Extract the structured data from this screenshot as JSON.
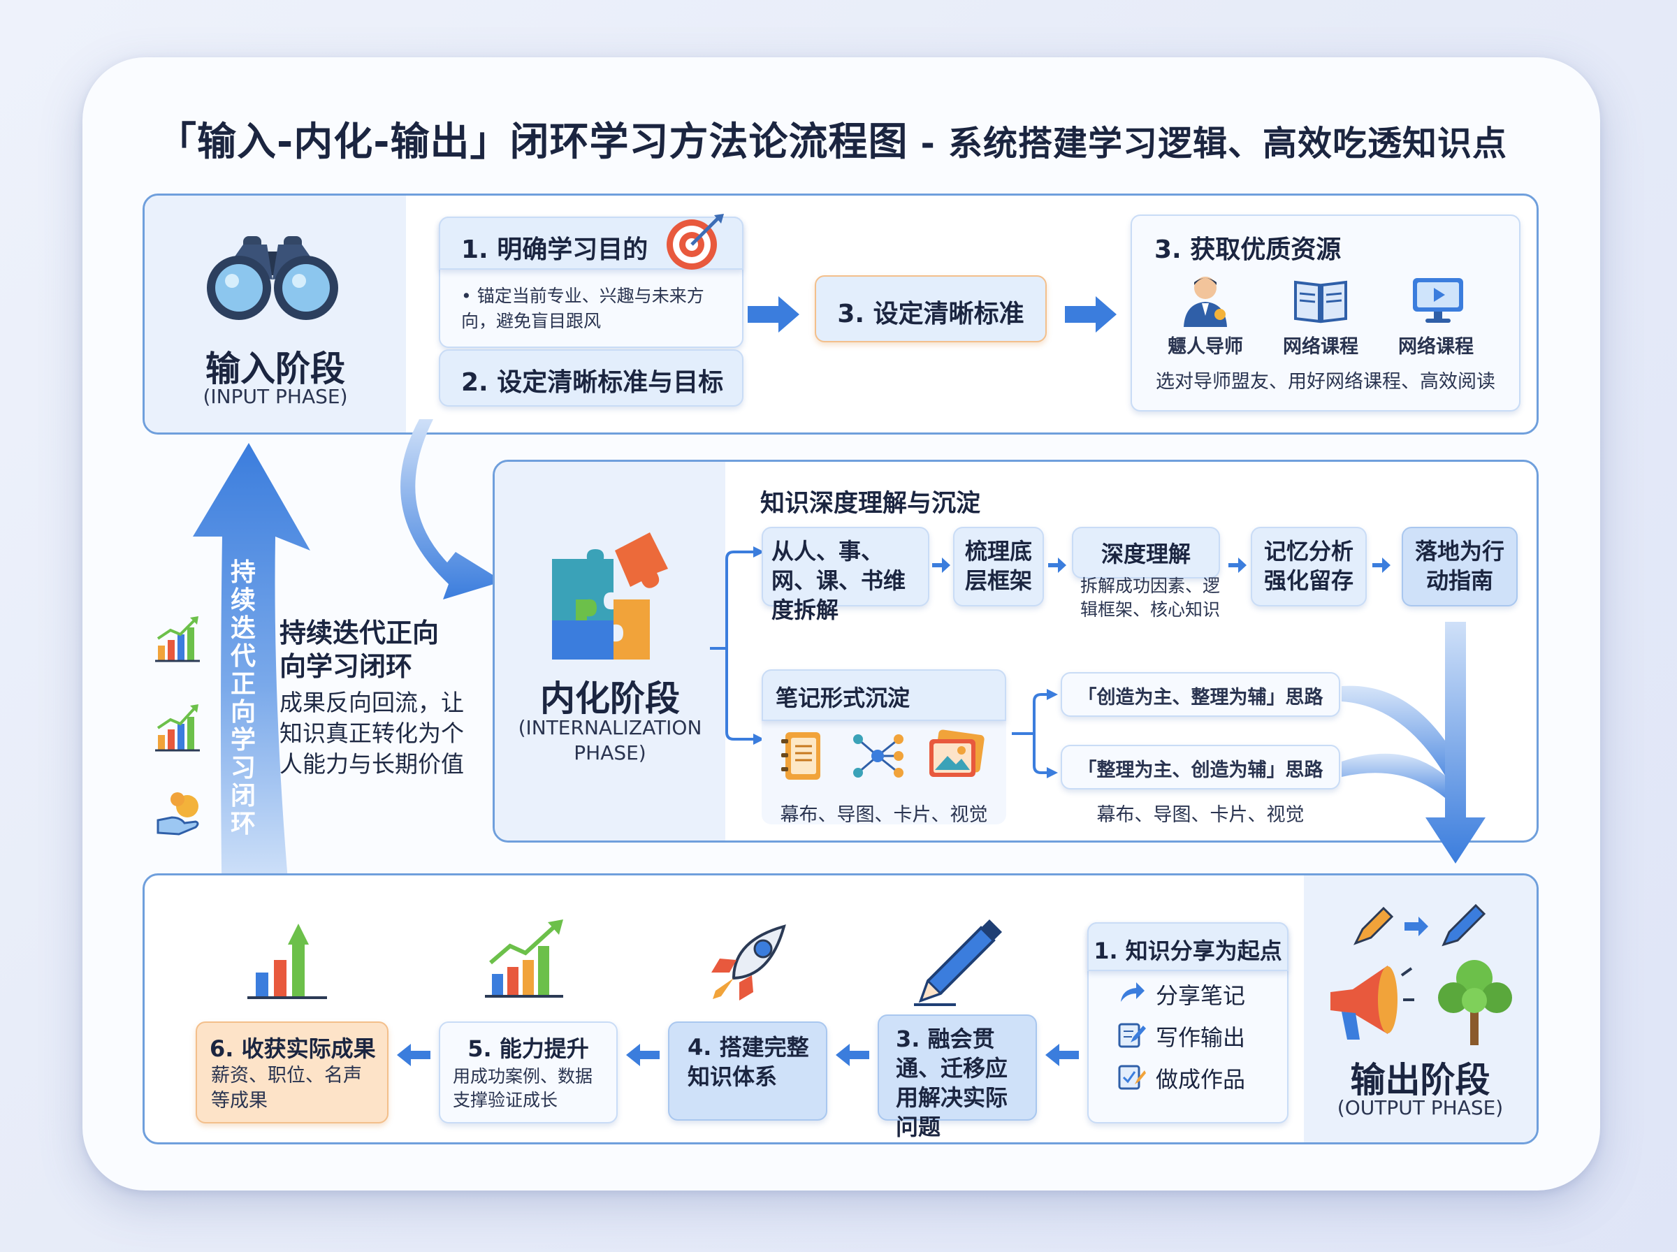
{
  "title": {
    "main": "「输入-内化-输出」闭环学习方法论流程图",
    "sub": " - 系统搭建学习逻辑、高效吃透知识点"
  },
  "input_phase": {
    "title": "输入阶段",
    "subtitle": "(INPUT PHASE)",
    "step1": {
      "label": "1. 明确学习目的",
      "bullet": "• 锚定当前专业、兴趣与未来方向，避免盲目跟风"
    },
    "step2": {
      "label": "2. 设定清晰标准与目标"
    },
    "step3_standard": "3. 设定清晰标准",
    "resources": {
      "label": "3. 获取优质资源",
      "items": [
        "魒人导师",
        "网络课程",
        "网络课程"
      ],
      "caption": "选对导师盟友、用好网络课程、高效阅读"
    }
  },
  "internal_phase": {
    "title": "内化阶段",
    "subtitle_line1": "(INTERNALIZATION",
    "subtitle_line2": "PHASE)",
    "heading": "知识深度理解与沉淀",
    "flow": [
      {
        "label": "从人、事、网、课、书维度拆解"
      },
      {
        "label": "梳理底层框架"
      },
      {
        "label": "深度理解",
        "detail": "拆解成功因素、逻辑框架、核心知识"
      },
      {
        "label": "记忆分析强化留存"
      },
      {
        "label": "落地为行动指南"
      }
    ],
    "notes": {
      "label": "笔记形式沉淀",
      "caption": "幕布、导图、卡片、视觉",
      "path_a": "「创造为主、整理为辅」思路",
      "path_b": "「整理为主、创造为辅」思路",
      "path_caption": "幕布、导图、卡片、视觉"
    }
  },
  "loop": {
    "vertical_label": "持续迭代正向学习闭环",
    "heading": "持续迭代正向向学习闭环",
    "body": "成果反向回流，让知识真正转化为个人能力与长期价值"
  },
  "output_phase": {
    "title": "输出阶段",
    "subtitle": "(OUTPUT PHASE)",
    "start": {
      "label": "1. 知识分享为起点",
      "items": [
        "分享笔记",
        "写作输出",
        "做成作品"
      ]
    },
    "steps": [
      {
        "label": "3. 融会贯通、迁移应用解决实际问题"
      },
      {
        "label": "4. 搭建完整知识体系"
      },
      {
        "label": "5. 能力提升",
        "detail": "用成功案例、数据支撑验证成长"
      },
      {
        "label": "6. 收获实际成果",
        "detail": "薪资、职位、名声等成果"
      }
    ]
  },
  "colors": {
    "accent_blue": "#3b7ddd",
    "panel_border": "#6f9fdc",
    "box_blue": "#e3eefc",
    "box_orange": "#fde3c8"
  },
  "icons": [
    "binoculars-icon",
    "target-icon",
    "mentor-icon",
    "book-icon",
    "monitor-icon",
    "puzzle-icon",
    "notebook-icon",
    "mindmap-icon",
    "photo-icon",
    "bar-chart-icon",
    "growth-chart-icon",
    "rocket-icon",
    "pen-icon",
    "megaphone-icon",
    "tree-icon",
    "share-icon",
    "edit-icon",
    "checklist-icon",
    "money-hand-icon"
  ]
}
